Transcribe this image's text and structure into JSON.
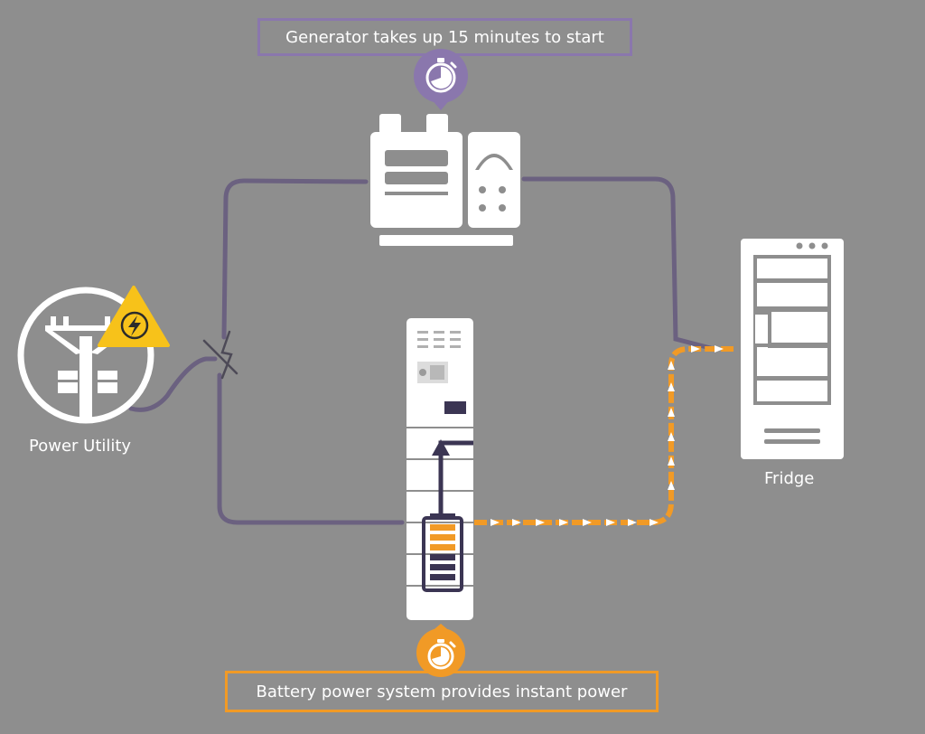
{
  "callouts": {
    "generator": "Generator takes up 15 minutes to start",
    "battery": "Battery power system provides instant power"
  },
  "labels": {
    "power_utility": "Power Utility",
    "fridge": "Fridge"
  },
  "icons": {
    "stopwatch": "stopwatch-icon",
    "warning": "lightning-warning-icon",
    "break": "broken-line-icon"
  },
  "colors": {
    "background": "#8e8e8e",
    "wire": "#6b6180",
    "battery_flow": "#f19a26",
    "generator_accent": "#8a77ad",
    "battery_accent": "#f19a26",
    "warning": "#f7c21a",
    "device": "#ffffff"
  }
}
